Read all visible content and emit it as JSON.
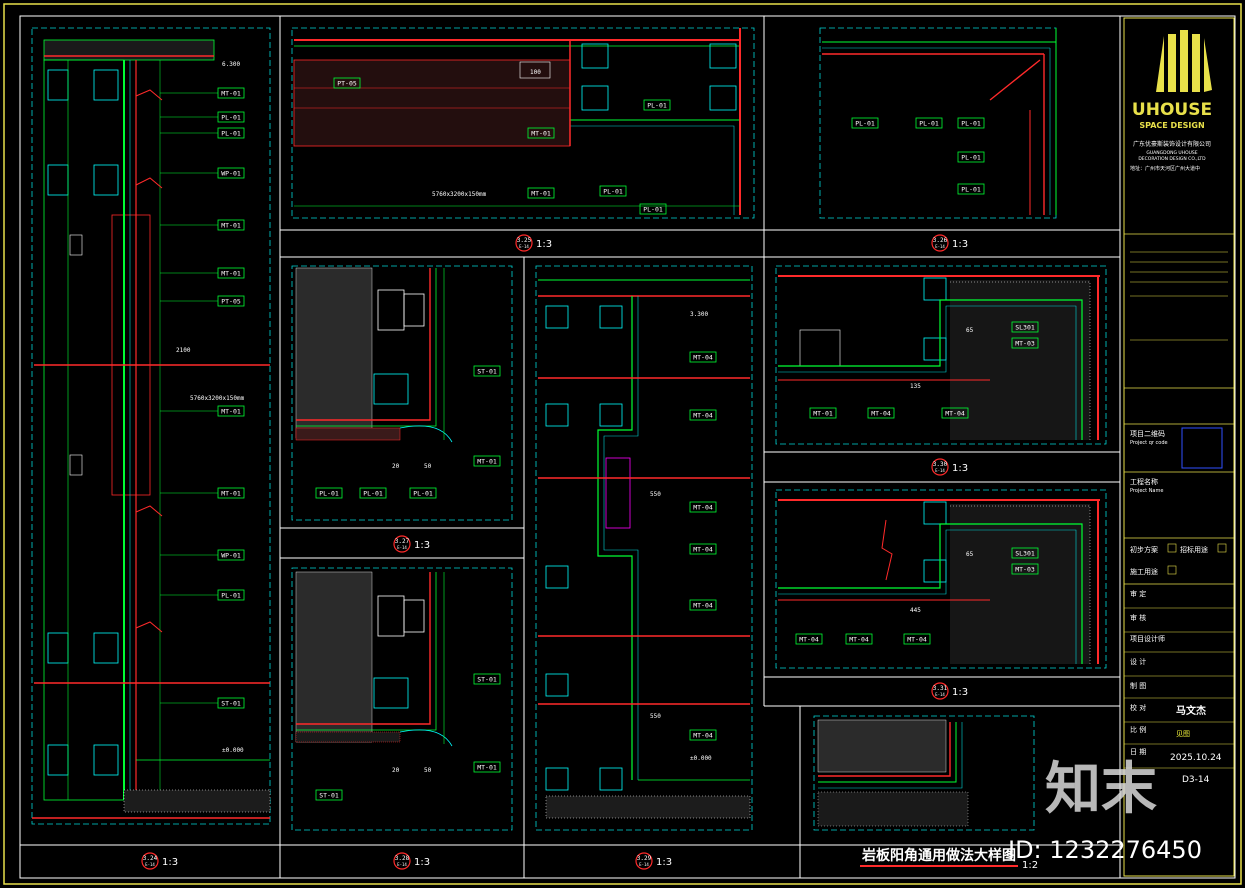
{
  "sheet_title": "岩板阳角通用做法大样图",
  "sheet_scale": "1:2",
  "watermark": {
    "brand": "知末",
    "id_text": "ID: 1232276450"
  },
  "title_block": {
    "logo_line1": "UHOUSE",
    "logo_line2": "SPACE DESIGN",
    "company_cn": "广东优豪斯装饰设计有限公司",
    "company_en1": "GUANGDONG UHOUSE",
    "company_en2": "DECORATION DESIGN CO.,LTD",
    "address": "地址：广州市天河区广州大道中",
    "project_qr_label": "项目二维码",
    "project_qr_en": "Project qr code",
    "project_name_label": "工程名称",
    "project_name_en": "Project Name",
    "stage_label_1": "初步方案",
    "stage_label_2": "招标用途",
    "stage_label_3": "施工用途",
    "approval_label": "审 定",
    "audit_label": "审 核",
    "designer_label": "项目设计师",
    "design_label": "设 计",
    "draft_label": "制 图",
    "check_label": "校 对",
    "scale_label": "比 例",
    "scale_value": "见图",
    "date_label": "日 期",
    "date_value": "2025.10.24",
    "drawing_no": "D3-14",
    "check_name": "马文杰"
  },
  "views": [
    {
      "id": "v24",
      "number": "3.24",
      "sheet": "E-14",
      "scale": "1:3"
    },
    {
      "id": "v25",
      "number": "3.25",
      "sheet": "E-14",
      "scale": "1:3"
    },
    {
      "id": "v26",
      "number": "3.26",
      "sheet": "E-14",
      "scale": "1:3"
    },
    {
      "id": "v27",
      "number": "3.27",
      "sheet": "E-14",
      "scale": "1:3"
    },
    {
      "id": "v28",
      "number": "3.28",
      "sheet": "E-14",
      "scale": "1:3"
    },
    {
      "id": "v29",
      "number": "3.29",
      "sheet": "E-14",
      "scale": "1:3"
    },
    {
      "id": "v30",
      "number": "3.30",
      "sheet": "E-14",
      "scale": "1:3"
    },
    {
      "id": "v31",
      "number": "3.31",
      "sheet": "E-14",
      "scale": "1:3"
    }
  ],
  "material_tags": {
    "v24": [
      "MT-01",
      "PL-01",
      "PL-01",
      "WP-01",
      "MT-01",
      "MT-01",
      "PT-05",
      "MT-01",
      "MT-01",
      "WP-01",
      "PL-01",
      "ST-01"
    ],
    "v25": [
      "PT-05",
      "MT-01",
      "MT-01",
      "PL-01",
      "PL-01",
      "PL-01"
    ],
    "v26": [
      "PL-01",
      "PL-01",
      "PL-01",
      "PL-01",
      "PL-01"
    ],
    "v27": [
      "ST-01",
      "MT-01",
      "PL-01",
      "PL-01",
      "PL-01"
    ],
    "v28": [
      "ST-01",
      "MT-01",
      "ST-01"
    ],
    "v29": [
      "MT-04",
      "MT-04",
      "MT-04",
      "MT-04",
      "MT-04",
      "MT-04"
    ],
    "v30": [
      "SL301",
      "MT-03",
      "MT-01",
      "MT-04",
      "MT-04"
    ],
    "v31": [
      "SL301",
      "MT-03",
      "MT-04",
      "MT-04",
      "MT-04"
    ]
  },
  "dimensions": {
    "v24": [
      "6.300",
      "2100",
      "±0.000",
      "5760x3200x150mm"
    ],
    "v25": [
      "5760x3200x150mm",
      "100"
    ],
    "v27": [
      "20",
      "50"
    ],
    "v28": [
      "20",
      "50"
    ],
    "v29": [
      "3.300",
      "550",
      "550",
      "±0.000"
    ],
    "v30": [
      "135",
      "65"
    ],
    "v31": [
      "445",
      "65"
    ]
  }
}
